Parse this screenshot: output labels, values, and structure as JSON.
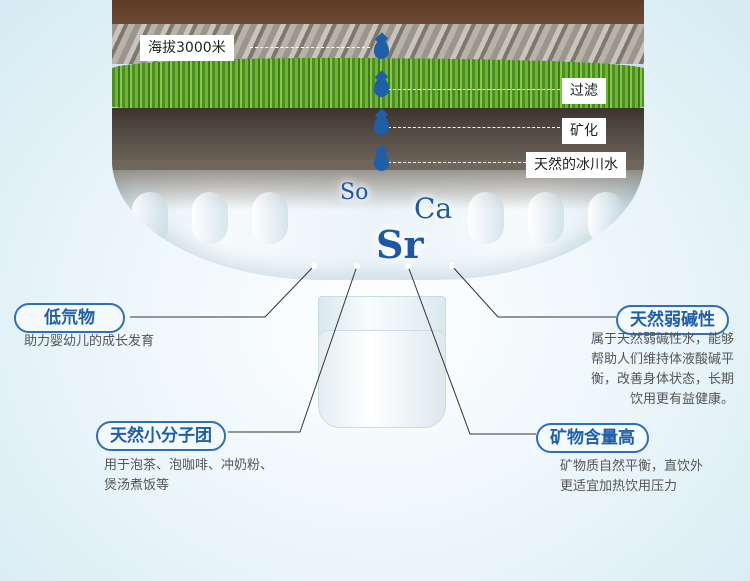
{
  "layers": {
    "altitude": "海拔3000米",
    "filter": "过滤",
    "mineral": "矿化",
    "glacier": "天然的冰川水"
  },
  "elements": {
    "so": "So",
    "ca": "Ca",
    "sr": "Sr"
  },
  "features": {
    "low_deuterium": {
      "title": "低氘物",
      "desc": "助力婴幼儿的成长发育"
    },
    "small_molecule": {
      "title": "天然小分子团",
      "desc_lines": [
        "用于泡茶、泡咖啡、冲奶粉、",
        "煲汤煮饭等"
      ]
    },
    "alkaline": {
      "title": "天然弱碱性",
      "desc_lines": [
        "属于天然弱碱性水，能够",
        "帮助人们维持体液酸碱平",
        "衡，改善身体状态，长期",
        "饮用更有益健康。"
      ]
    },
    "minerals": {
      "title": "矿物含量高",
      "desc_lines": [
        "矿物质自然平衡，直饮外",
        "更适宜加热饮用压力"
      ]
    }
  },
  "colors": {
    "accent_blue": "#1f5fa8",
    "pill_border": "#2e6fb8",
    "desc_text": "#555555"
  }
}
